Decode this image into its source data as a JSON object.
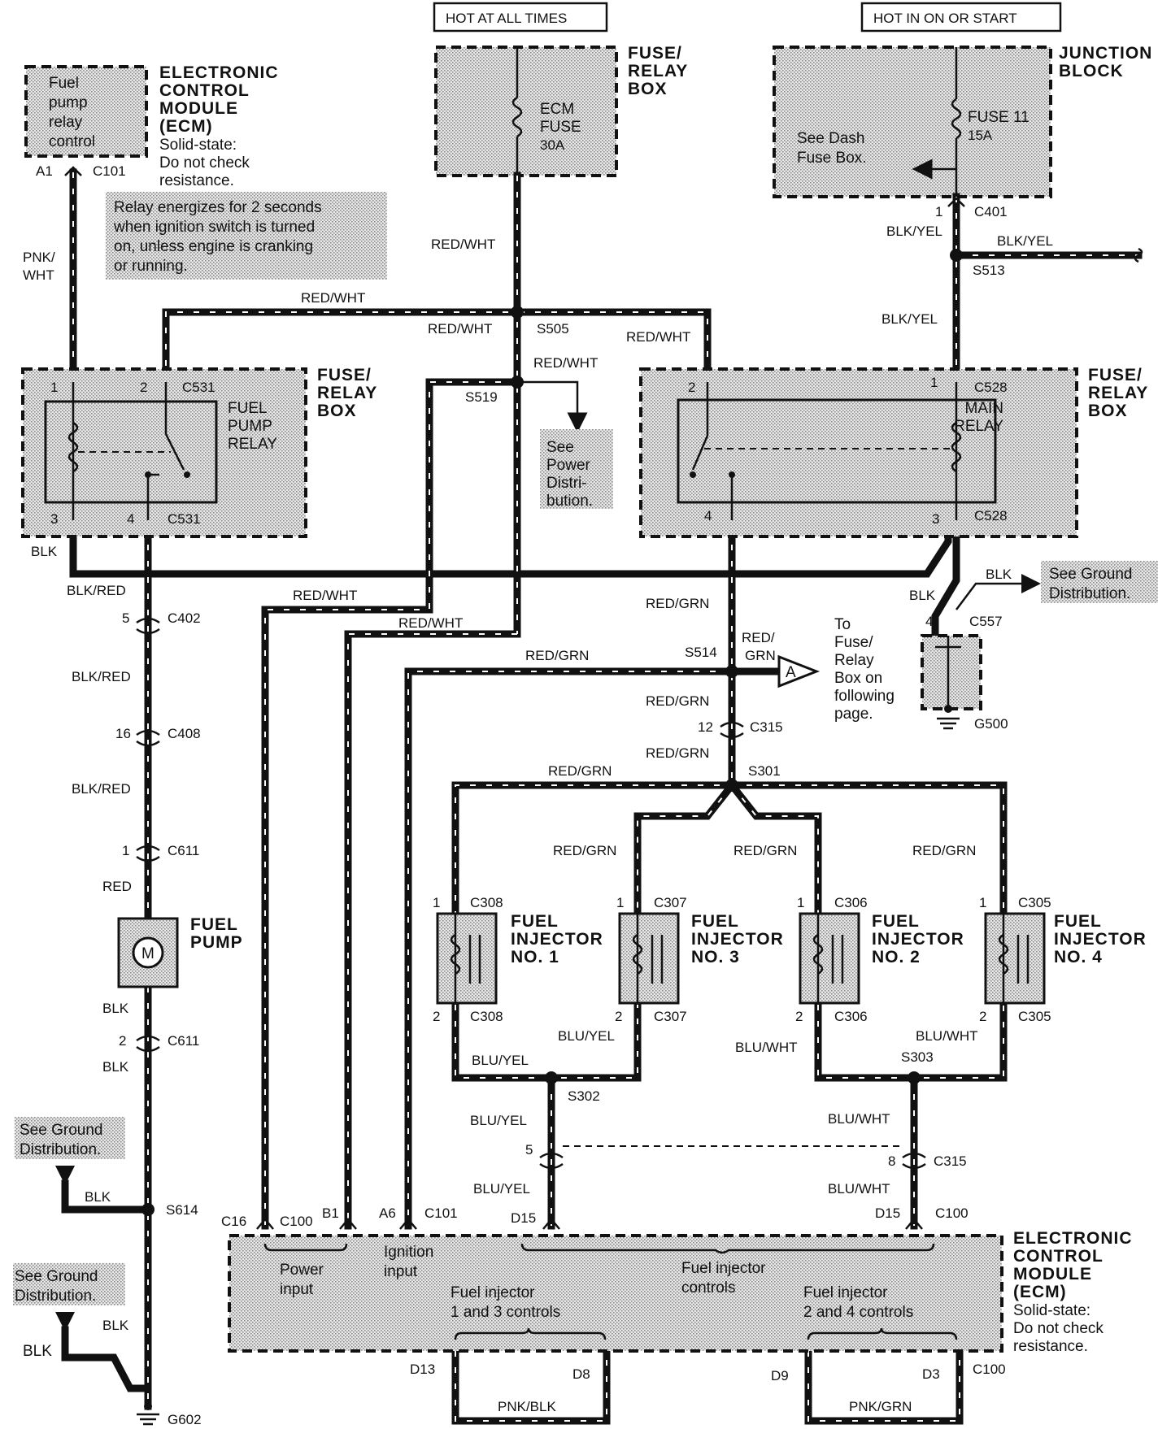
{
  "headers": {
    "hot_all_times": "HOT AT ALL TIMES",
    "hot_on_start": "HOT IN ON OR START"
  },
  "ecm_top": {
    "inner": [
      "Fuel",
      "pump",
      "relay",
      "control"
    ],
    "title": [
      "ELECTRONIC",
      "CONTROL",
      "MODULE",
      "(ECM)"
    ],
    "note": [
      "Solid-state:",
      "Do not check",
      "resistance."
    ],
    "pin": "A1",
    "connector": "C101"
  },
  "relay_note": [
    "Relay energizes for 2 seconds",
    "when ignition switch is turned",
    "on, unless engine is cranking",
    "or running."
  ],
  "fuse_box_top": {
    "title": [
      "FUSE/",
      "RELAY",
      "BOX"
    ],
    "fuse": [
      "ECM",
      "FUSE",
      "30A"
    ]
  },
  "junction_block": {
    "title": [
      "JUNCTION",
      "BLOCK"
    ],
    "fuse": [
      "FUSE 11",
      "15A"
    ],
    "note": [
      "See Dash",
      "Fuse Box."
    ],
    "pin": "1",
    "connector": "C401"
  },
  "fuel_pump_relay": {
    "box_title": [
      "FUSE/",
      "RELAY",
      "BOX"
    ],
    "name": [
      "FUEL",
      "PUMP",
      "RELAY"
    ],
    "pins": [
      "1",
      "2",
      "3",
      "4"
    ],
    "connector": "C531"
  },
  "main_relay": {
    "box_title": [
      "FUSE/",
      "RELAY",
      "BOX"
    ],
    "name": [
      "MAIN",
      "RELAY"
    ],
    "pins": [
      "2",
      "1",
      "4",
      "3"
    ],
    "connector": "C528"
  },
  "power_dist": [
    "See",
    "Power",
    "Distri-",
    "bution."
  ],
  "ground_dist_right": [
    "See Ground",
    "Distribution."
  ],
  "ground_dist_left1": [
    "See Ground",
    "Distribution."
  ],
  "ground_dist_left2": [
    "See Ground",
    "Distribution."
  ],
  "to_fuse_box": [
    "To",
    "Fuse/",
    "Relay",
    "Box on",
    "following",
    "page."
  ],
  "connector_a": "A",
  "splices": {
    "s505": "S505",
    "s519": "S519",
    "s513": "S513",
    "s514": "S514",
    "s301": "S301",
    "s302": "S302",
    "s303": "S303",
    "s614": "S614"
  },
  "grounds": {
    "g500": "G500",
    "g602": "G602"
  },
  "wires": {
    "pnk_wht": [
      "PNK/",
      "WHT"
    ],
    "red_wht": "RED/WHT",
    "blk_yel": "BLK/YEL",
    "blk": "BLK",
    "blk_red": "BLK/RED",
    "red": "RED",
    "red_grn": "RED/GRN",
    "red_grn_split": [
      "RED/",
      "GRN"
    ],
    "blu_yel": "BLU/YEL",
    "blu_wht": "BLU/WHT",
    "pnk_blk": "PNK/BLK",
    "pnk_grn": "PNK/GRN"
  },
  "connectors": {
    "c402": "C402",
    "c408": "C408",
    "c611": "C611",
    "c557": "C557",
    "c315": "C315",
    "c308": "C308",
    "c307": "C307",
    "c306": "C306",
    "c305": "C305",
    "c100": "C100",
    "c101": "C101",
    "c16": "C16"
  },
  "pin_numbers": {
    "p5": "5",
    "p16": "16",
    "p1": "1",
    "p2": "2",
    "p4": "4",
    "p12": "12",
    "p8": "8",
    "b1": "B1",
    "a6": "A6",
    "d15": "D15",
    "d13": "D13",
    "d8": "D8",
    "d9": "D9",
    "d3": "D3"
  },
  "fuel_pump": {
    "name": [
      "FUEL",
      "PUMP"
    ],
    "motor": "M"
  },
  "injectors": [
    {
      "name": [
        "FUEL",
        "INJECTOR",
        "NO. 1"
      ],
      "connector": "C308"
    },
    {
      "name": [
        "FUEL",
        "INJECTOR",
        "NO. 3"
      ],
      "connector": "C307"
    },
    {
      "name": [
        "FUEL",
        "INJECTOR",
        "NO. 2"
      ],
      "connector": "C306"
    },
    {
      "name": [
        "FUEL",
        "INJECTOR",
        "NO. 4"
      ],
      "connector": "C305"
    }
  ],
  "ecm_bottom": {
    "title": [
      "ELECTRONIC",
      "CONTROL",
      "MODULE",
      "(ECM)"
    ],
    "note": [
      "Solid-state:",
      "Do not check",
      "resistance."
    ],
    "power_input": [
      "Power",
      "input"
    ],
    "ignition_input": [
      "Ignition",
      "input"
    ],
    "injector_controls": [
      "Fuel injector",
      "controls"
    ],
    "controls_13": [
      "Fuel injector",
      "1 and 3 controls"
    ],
    "controls_24": [
      "Fuel injector",
      "2 and 4 controls"
    ]
  }
}
